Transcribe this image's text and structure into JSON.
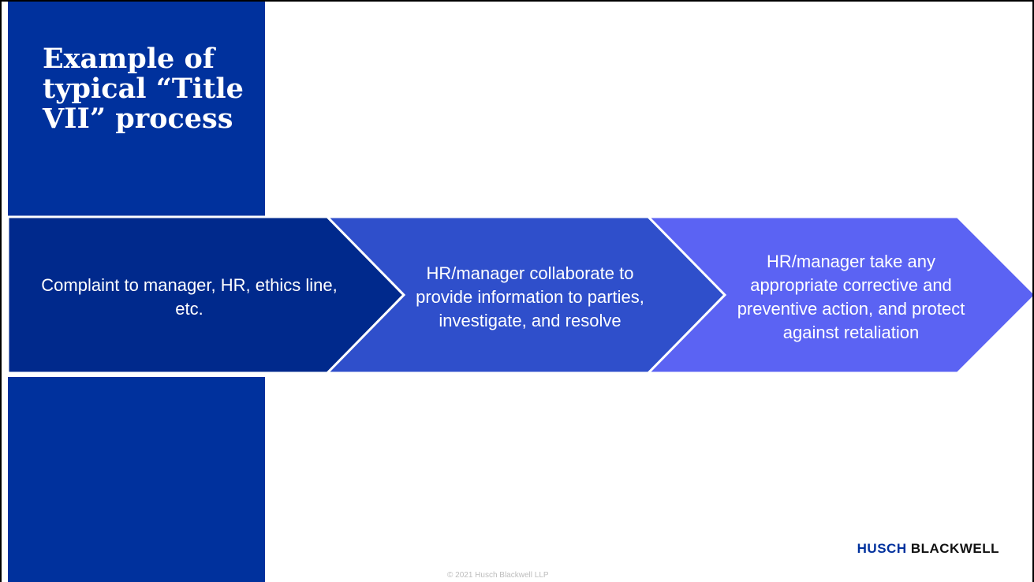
{
  "slide": {
    "title": "Example of typical “Title VII” process",
    "steps": [
      {
        "text": "Complaint to manager, HR, ethics line, etc."
      },
      {
        "text": "HR/manager collaborate to provide information to parties, investigate, and resolve"
      },
      {
        "text": "HR/manager take any appropriate corrective and preventive action, and protect against retaliation"
      }
    ]
  },
  "footer": {
    "logo_first": "HUSCH",
    "logo_second": "BLACKWELL",
    "copyright": "© 2021 Husch Blackwell LLP"
  },
  "colors": {
    "panel": "#00319d",
    "step1": "#00298c",
    "step2": "#2f4fcb",
    "step3": "#5b63f3"
  }
}
